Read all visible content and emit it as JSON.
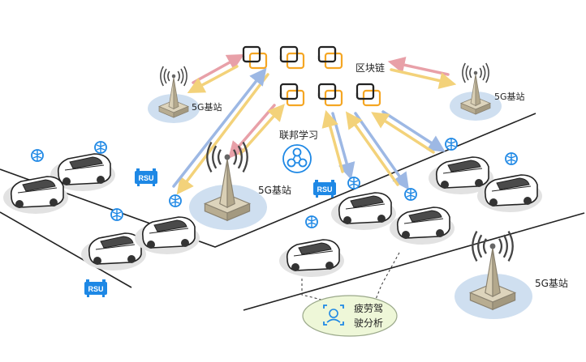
{
  "labels": {
    "blockchain": "区块链",
    "federated_learning": "联邦学习",
    "base_station_left": "5G基站",
    "base_station_right": "5G基站",
    "base_station_center": "5G基站",
    "base_station_bottom": "5G基站",
    "fatigue_line1": "疲劳驾",
    "fatigue_line2": "驶分析"
  },
  "rsu": [
    "RSU",
    "RSU",
    "RSU"
  ],
  "icons": {
    "blockchain_block": "chain-block-icon",
    "federated": "network-nodes-icon",
    "brain": "brain-icon",
    "face": "face-scan-icon",
    "tower": "antenna-tower-icon"
  },
  "colors": {
    "chain_orange": "#f5a623",
    "link_pink": "#e8a0a8",
    "link_blue": "#9db8e4",
    "link_yellow": "#f3d27a",
    "base_pad": "#cfdff0",
    "accent_blue": "#1e88e5",
    "tower": "#c9bfa5",
    "callout_fill": "#eef7d8"
  }
}
